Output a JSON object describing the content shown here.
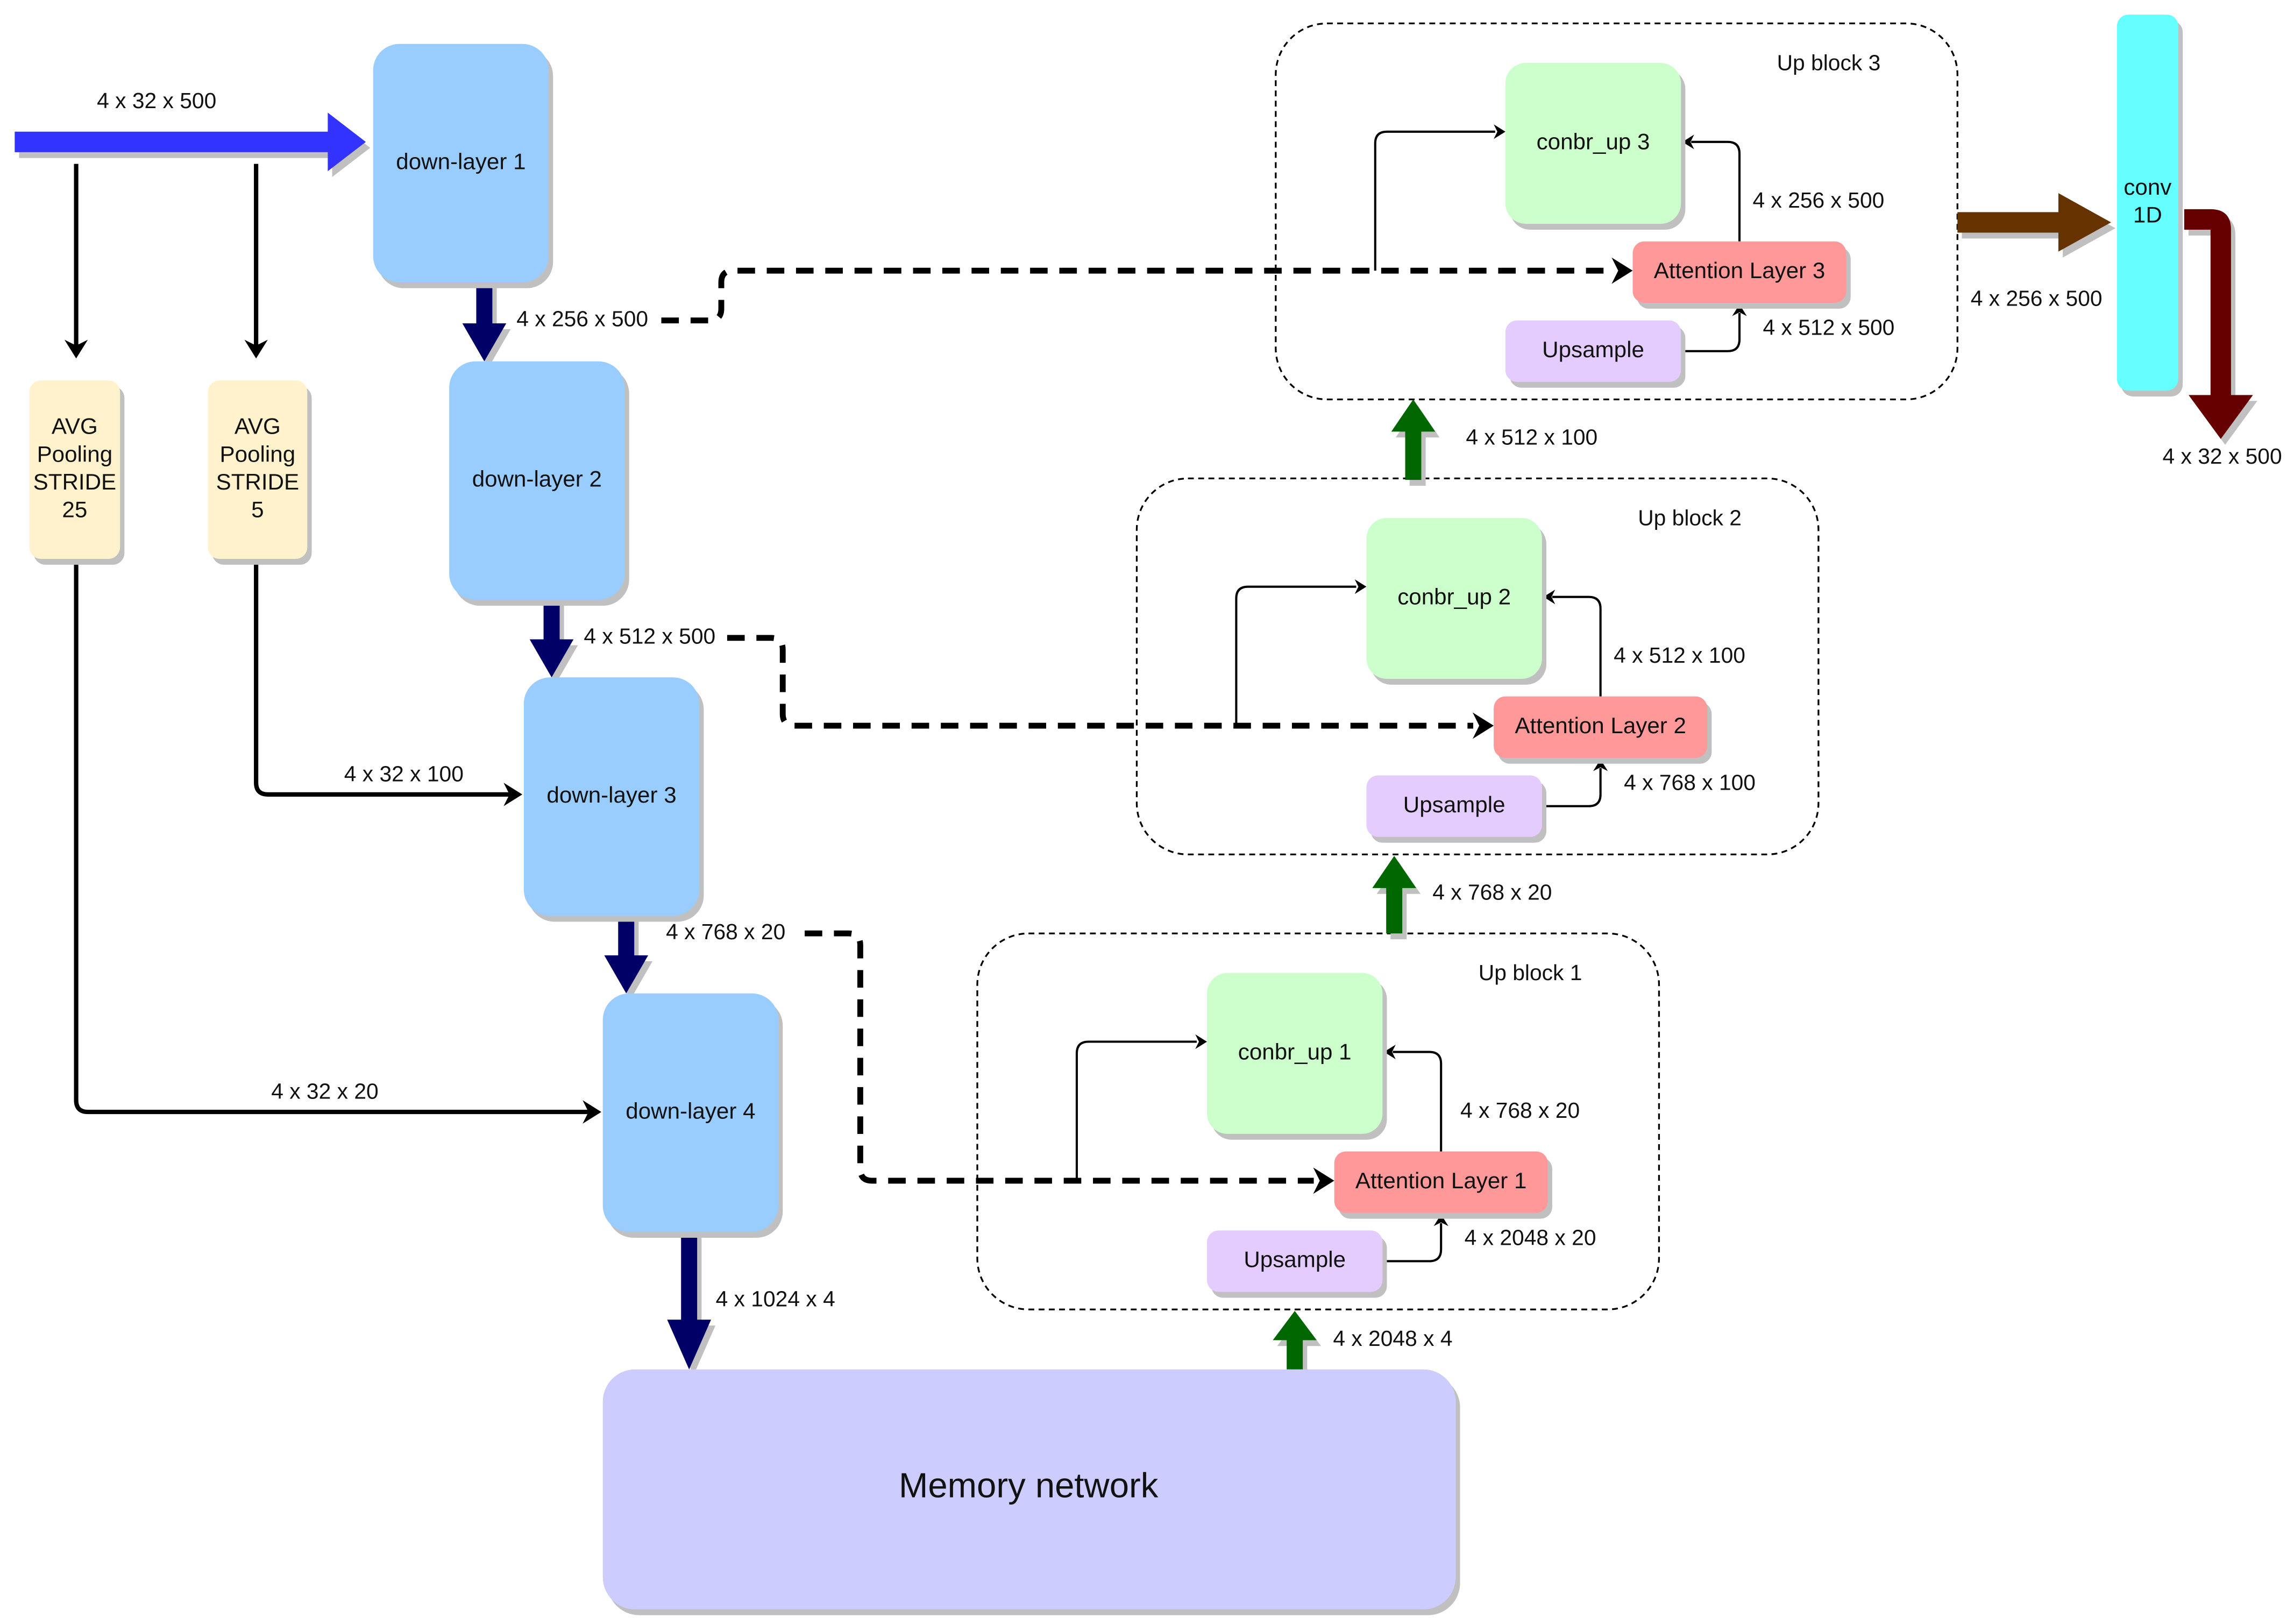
{
  "input": {
    "label": "4 x 32 x 500"
  },
  "pooling": [
    {
      "lines": [
        "AVG",
        "Pooling",
        "STRIDE",
        "25"
      ]
    },
    {
      "lines": [
        "AVG",
        "Pooling",
        "STRIDE",
        "5"
      ]
    }
  ],
  "down_layers": [
    {
      "label": "down-layer 1",
      "out": "4 x 256 x 500"
    },
    {
      "label": "down-layer 2",
      "out": "4 x 512 x 500"
    },
    {
      "label": "down-layer 3",
      "out": "4 x 768 x 20"
    },
    {
      "label": "down-layer 4",
      "out": "4 x 1024 x 4"
    }
  ],
  "pool_edges": {
    "stride5": "4 x 32 x 100",
    "stride25": "4 x 32 x 20"
  },
  "memory": {
    "label": "Memory network"
  },
  "up_blocks": [
    {
      "title": "Up block 1",
      "conbr": "conbr_up 1",
      "attention": "Attention Layer 1",
      "upsample": "Upsample",
      "attn_out": "4 x 768 x 20",
      "up_out": "4 x 2048 x 20",
      "input": "4 x 2048 x 4"
    },
    {
      "title": "Up block 2",
      "conbr": "conbr_up 2",
      "attention": "Attention Layer 2",
      "upsample": "Upsample",
      "attn_out": "4 x 512 x 100",
      "up_out": "4 x 768 x 100",
      "input": "4 x 768 x 20"
    },
    {
      "title": "Up block 3",
      "conbr": "conbr_up 3",
      "attention": "Attention Layer 3",
      "upsample": "Upsample",
      "attn_out": "4 x 256 x 500",
      "up_out": "4 x 512 x 500",
      "input": "4 x 512 x 100"
    }
  ],
  "conv": {
    "lines": [
      "conv",
      "1D"
    ],
    "in": "4 x 256 x 500",
    "out": "4 x 32 x 500"
  },
  "colors": {
    "down_layer": "#99ccff",
    "pooling": "#fff2cc",
    "memory": "#ccccff",
    "conbr": "#ccffcc",
    "attention": "#ff9999",
    "upsample": "#e5ccff",
    "conv": "#66ffff",
    "input_arrow": "#3333ff",
    "down_arrow": "#000066",
    "up_arrow": "#006600",
    "conv_in_arrow": "#663300",
    "output_arrow": "#660000"
  }
}
